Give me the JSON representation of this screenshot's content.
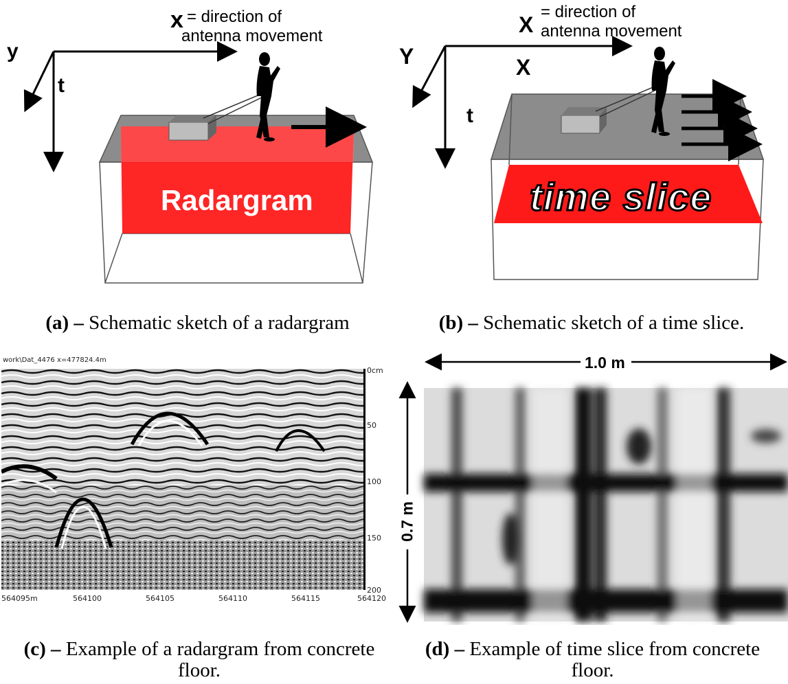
{
  "panel_a": {
    "axis_x_letter": "x",
    "direction_line1": "= direction of",
    "direction_line2": "antenna movement",
    "axis_y_letter": "y",
    "axis_t_letter": "t",
    "plane_label": "Radargram",
    "caption_label": "(a) –",
    "caption_text": "Schematic sketch of a radargram"
  },
  "panel_b": {
    "axis_X_letter": "X",
    "direction_line1": "= direction of",
    "direction_line2": "antenna movement",
    "axis_Y_letter": "Y",
    "axis_X2_letter": "X",
    "axis_t_letter": "t",
    "plane_label": "time slice",
    "caption_label": "(b) –",
    "caption_text": "Schematic sketch of a time slice."
  },
  "panel_c": {
    "header": "work\\Dat_4476   x=477824.4m",
    "depth_ticks": [
      "0cm",
      "50",
      "100",
      "150",
      "200"
    ],
    "distance_ticks": [
      "564095m",
      "564100",
      "564105",
      "564110",
      "564115",
      "564120"
    ],
    "caption_label": "(c) –",
    "caption_line1": "Example of a radargram from concrete",
    "caption_line2": "floor."
  },
  "panel_d": {
    "width_label": "1.0 m",
    "height_label": "0.7 m",
    "caption_label": "(d) –",
    "caption_line1": "Example of time slice from concrete",
    "caption_line2": "floor."
  },
  "colors": {
    "plane_red": "#ff1a1a",
    "top_gray": "#8c8c8c",
    "box_edge": "#555555"
  }
}
